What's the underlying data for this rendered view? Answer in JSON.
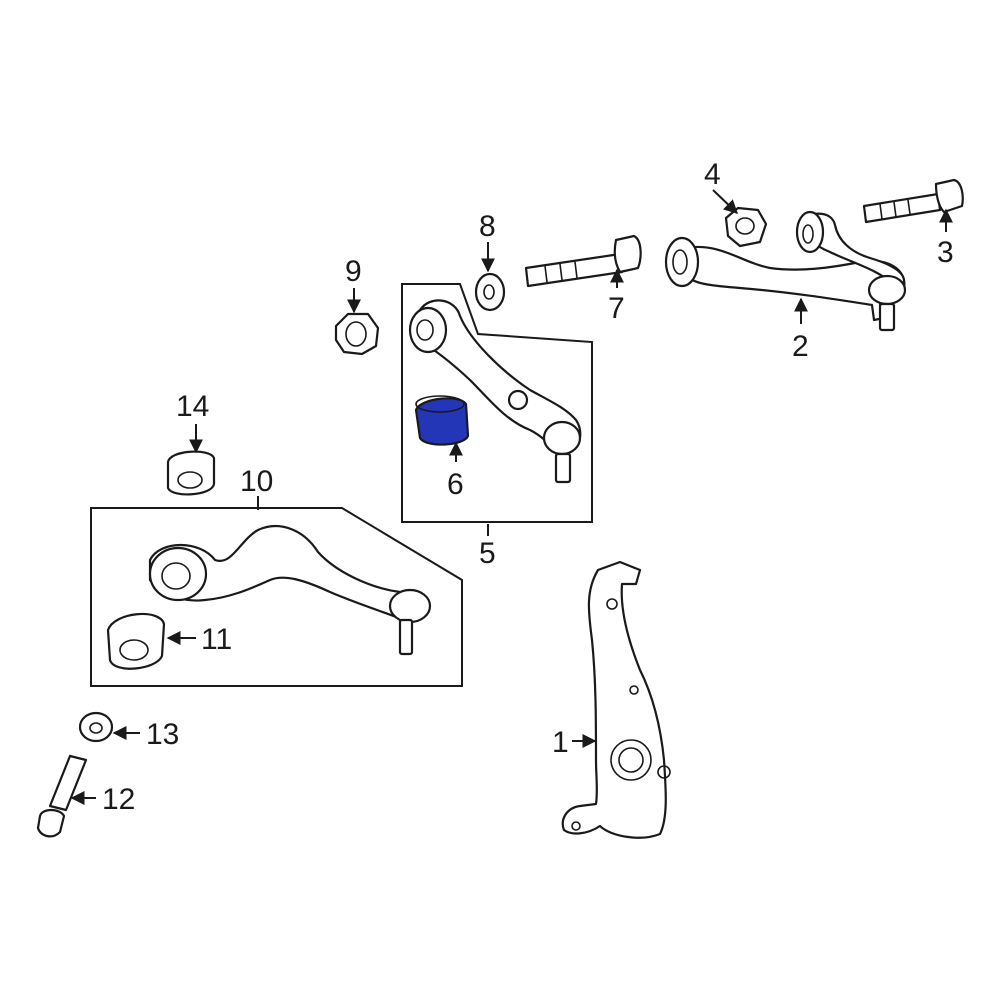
{
  "diagram": {
    "highlight_color": "#2436b8",
    "callouts": {
      "c1": "1",
      "c2": "2",
      "c3": "3",
      "c4": "4",
      "c5": "5",
      "c6": "6",
      "c7": "7",
      "c8": "8",
      "c9": "9",
      "c10": "10",
      "c11": "11",
      "c12": "12",
      "c13": "13",
      "c14": "14"
    }
  }
}
